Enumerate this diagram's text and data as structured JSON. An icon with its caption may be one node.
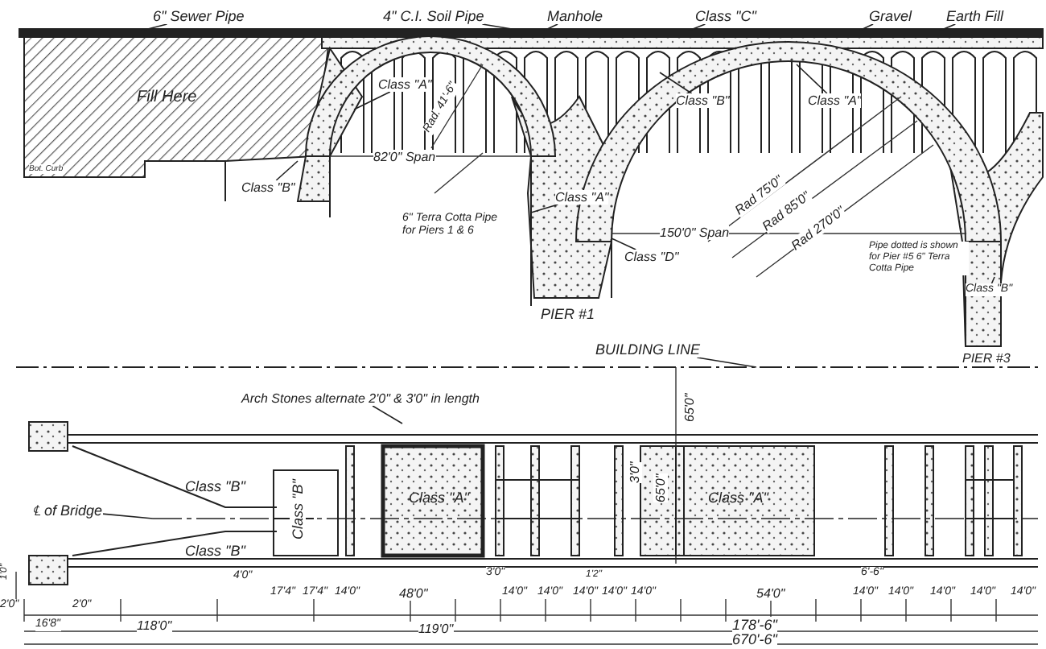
{
  "diagram": {
    "nodes": [
      {
        "text": [
          "6\" Sewer Pipe"
        ]
      },
      {
        "text": [
          "4\" C.I. Soil Pipe"
        ]
      },
      {
        "text": [
          "Manhole"
        ]
      },
      {
        "text": [
          "Class \"C\""
        ]
      },
      {
        "text": [
          "Gravel"
        ]
      },
      {
        "text": [
          "Earth Fill"
        ]
      },
      {
        "text": [
          "Class \"A\""
        ]
      },
      {
        "text": [
          "Class \"B\""
        ]
      },
      {
        "text": [
          "Class \"B\""
        ]
      },
      {
        "text": [
          "Class \"A\""
        ]
      },
      {
        "text": [
          "Class \"A\""
        ]
      },
      {
        "text": [
          "Class \"D\""
        ]
      },
      {
        "text": [
          "Class \"B\""
        ]
      },
      {
        "text": [
          "BUILDING LINE"
        ]
      },
      {
        "text": [
          "Arch Stones alternate 2'0\" & 3'0\" in length"
        ]
      },
      {
        "text": [
          "℄ of Bridge"
        ]
      }
    ],
    "edges": [
      {
        "from": 0,
        "to": null,
        "arrow": "none"
      },
      {
        "from": 1,
        "to": null,
        "arrow": "none"
      },
      {
        "from": 2,
        "to": null,
        "arrow": "none"
      },
      {
        "from": 3,
        "to": null,
        "arrow": "none"
      },
      {
        "from": 4,
        "to": null,
        "arrow": "none"
      },
      {
        "from": 5,
        "to": null,
        "arrow": "none"
      },
      {
        "from": 6,
        "to": null,
        "arrow": "none"
      },
      {
        "from": 7,
        "to": null,
        "arrow": "none"
      },
      {
        "from": 8,
        "to": null,
        "arrow": "none"
      },
      {
        "from": 9,
        "to": null,
        "arrow": "none"
      },
      {
        "from": 10,
        "to": null,
        "arrow": "none"
      },
      {
        "from": 11,
        "to": null,
        "arrow": "none"
      },
      {
        "from": 12,
        "to": null,
        "arrow": "none"
      },
      {
        "from": 13,
        "to": null,
        "arrow": "none"
      },
      {
        "from": 14,
        "to": null,
        "arrow": "none"
      },
      {
        "from": 15,
        "to": null,
        "arrow": "none"
      }
    ],
    "labels": [
      "Fill Here",
      "Bot. Curb",
      "Rad. 41'-6\"",
      "82'0\" Span",
      "6\" Terra Cotta Pipe for Piers 1 & 6",
      "Rad 75'0\"",
      "Rad 85'0\"",
      "Rad 270'0\"",
      "150'0\" Span",
      "PIER #1",
      "Pipe dotted is shown for Pier #5 6\" Terra Cotta Pipe",
      "PIER #3",
      "Class \"B\"",
      "Class \"B\"",
      "Class \"B\"",
      "Class \"A\"",
      "Class \"A\"",
      "65'0\"",
      "65'0\"",
      "3'0\"",
      "1'0\"",
      "2'0\"",
      "2'0\"",
      "16'8\"",
      "118'0\"",
      "4'0\"",
      "17'4\"",
      "17'4\"",
      "14'0\"",
      "48'0\"",
      "119'0\"",
      "3'0\"",
      "14'0\"",
      "14'0\"",
      "14'0\"",
      "1'2\"",
      "14'0\"",
      "14'0\"",
      "54'0\"",
      "6'-6\"",
      "14'0\"",
      "14'0\"",
      "14'0\"",
      "14'0\"",
      "14'0\"",
      "178'-6\"",
      "670'-6\""
    ]
  }
}
